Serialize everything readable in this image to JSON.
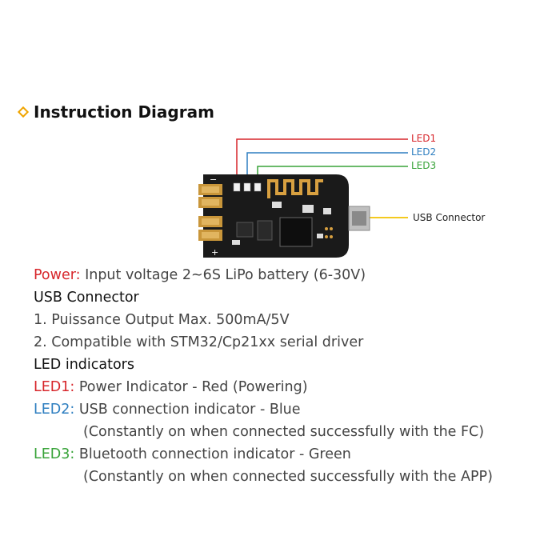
{
  "title": "Instruction Diagram",
  "callouts": {
    "led1": "LED1",
    "led2": "LED2",
    "led3": "LED3",
    "usb": "USB Connector"
  },
  "board_marks": {
    "minus": "−",
    "plus": "+"
  },
  "colors": {
    "red": "#d7262b",
    "blue": "#2f7fc0",
    "green": "#38a339",
    "yellow": "#f2c200",
    "accent": "#f0a400",
    "board": "#1a1a1a",
    "gold": "#c9963a"
  },
  "lines": {
    "power_label": "Power:",
    "power_text": " Input voltage 2~6S LiPo battery (6-30V)",
    "usb_heading": "USB Connector",
    "usb_1": "1. Puissance Output Max. 500mA/5V",
    "usb_2": "2. Compatible with STM32/Cp21xx serial driver",
    "led_heading": "LED indicators",
    "led1_label": "LED1:",
    "led1_text": " Power Indicator - Red (Powering)",
    "led2_label": "LED2:",
    "led2_text": " USB connection indicator - Blue",
    "led2_note": "(Constantly on when connected successfully with the FC)",
    "led3_label": "LED3:",
    "led3_text": " Bluetooth connection indicator - Green",
    "led3_note": "(Constantly on when connected successfully with the APP)"
  }
}
